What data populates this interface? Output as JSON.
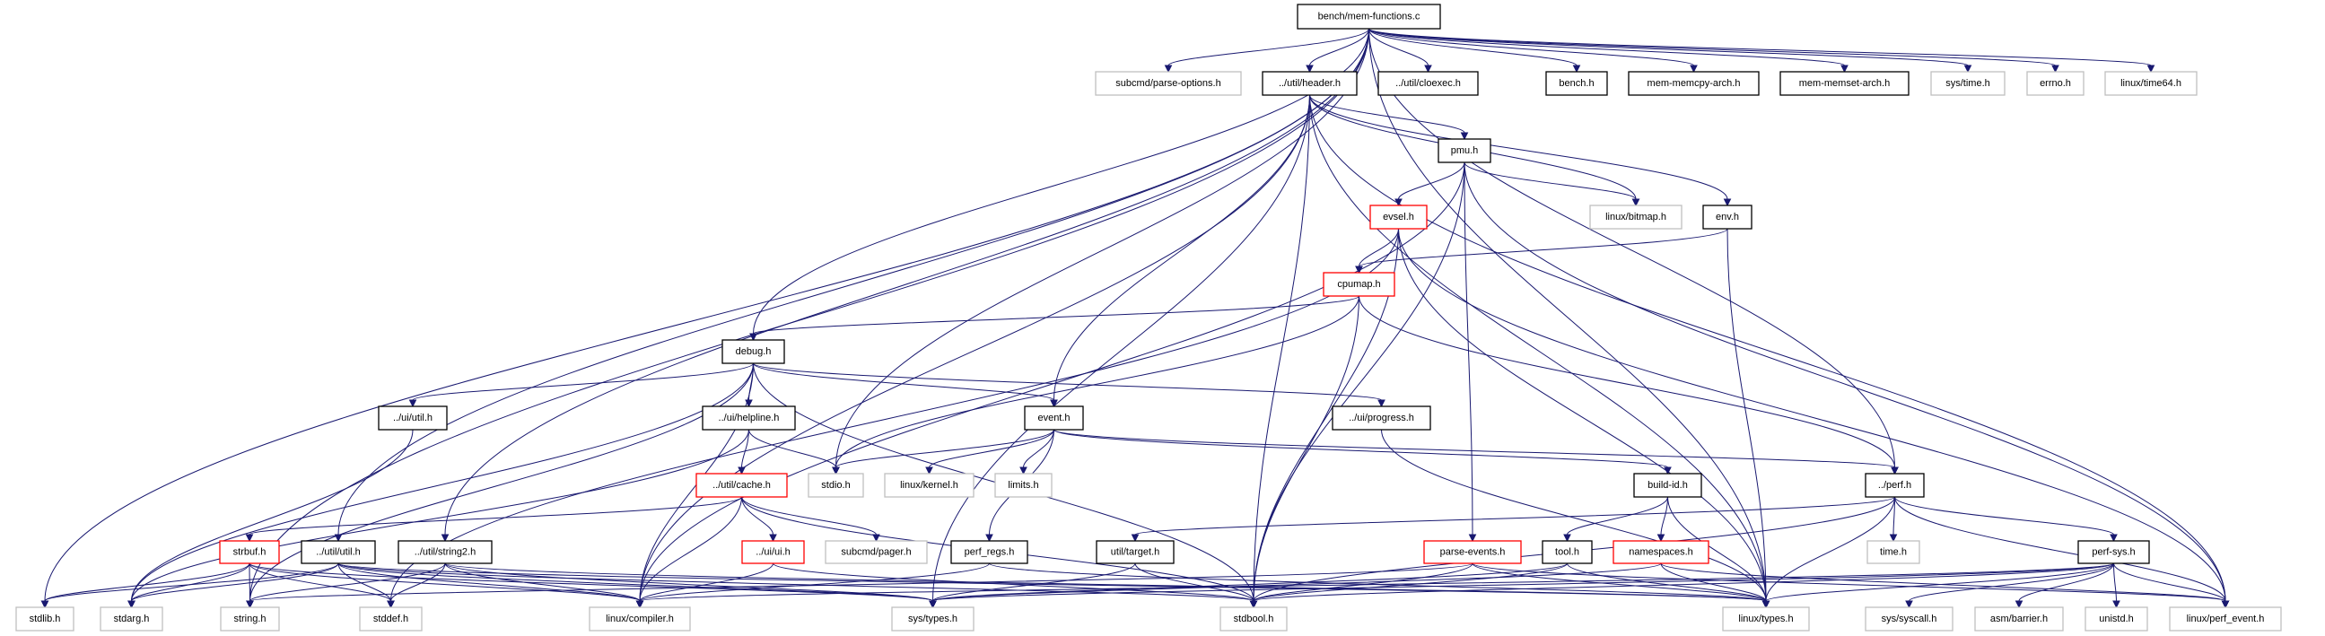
{
  "graph": {
    "colors": {
      "edge": "#191970",
      "root_fill": "#bfbfbf",
      "documented_border": "#000000",
      "undocumented_border": "#bfbfbf",
      "incomplete_border": "#ff0000"
    },
    "nodes": [
      {
        "id": "root",
        "label": "bench/mem-functions.c",
        "kind": "root"
      },
      {
        "id": "parse_options",
        "label": "subcmd/parse-options.h",
        "kind": "external"
      },
      {
        "id": "header",
        "label": "../util/header.h",
        "kind": "documented"
      },
      {
        "id": "cloexec",
        "label": "../util/cloexec.h",
        "kind": "documented"
      },
      {
        "id": "bench",
        "label": "bench.h",
        "kind": "documented"
      },
      {
        "id": "memcpy",
        "label": "mem-memcpy-arch.h",
        "kind": "documented"
      },
      {
        "id": "memset",
        "label": "mem-memset-arch.h",
        "kind": "documented"
      },
      {
        "id": "systime",
        "label": "sys/time.h",
        "kind": "external"
      },
      {
        "id": "errno",
        "label": "errno.h",
        "kind": "external"
      },
      {
        "id": "time64",
        "label": "linux/time64.h",
        "kind": "external"
      },
      {
        "id": "pmu",
        "label": "pmu.h",
        "kind": "documented"
      },
      {
        "id": "evsel",
        "label": "evsel.h",
        "kind": "truncated"
      },
      {
        "id": "bitmap",
        "label": "linux/bitmap.h",
        "kind": "external"
      },
      {
        "id": "env",
        "label": "env.h",
        "kind": "documented"
      },
      {
        "id": "cpumap",
        "label": "cpumap.h",
        "kind": "truncated"
      },
      {
        "id": "debug",
        "label": "debug.h",
        "kind": "documented"
      },
      {
        "id": "uiutil",
        "label": "../ui/util.h",
        "kind": "documented"
      },
      {
        "id": "helpline",
        "label": "../ui/helpline.h",
        "kind": "documented"
      },
      {
        "id": "event",
        "label": "event.h",
        "kind": "documented"
      },
      {
        "id": "progress",
        "label": "../ui/progress.h",
        "kind": "documented"
      },
      {
        "id": "cache",
        "label": "../util/cache.h",
        "kind": "truncated"
      },
      {
        "id": "stdio",
        "label": "stdio.h",
        "kind": "external"
      },
      {
        "id": "kernel",
        "label": "linux/kernel.h",
        "kind": "external"
      },
      {
        "id": "limits",
        "label": "limits.h",
        "kind": "external"
      },
      {
        "id": "buildid",
        "label": "build-id.h",
        "kind": "documented"
      },
      {
        "id": "perf",
        "label": "../perf.h",
        "kind": "documented"
      },
      {
        "id": "strbuf",
        "label": "strbuf.h",
        "kind": "truncated"
      },
      {
        "id": "utilutil",
        "label": "../util/util.h",
        "kind": "documented"
      },
      {
        "id": "string2",
        "label": "../util/string2.h",
        "kind": "documented"
      },
      {
        "id": "uiui",
        "label": "../ui/ui.h",
        "kind": "truncated"
      },
      {
        "id": "pager",
        "label": "subcmd/pager.h",
        "kind": "external"
      },
      {
        "id": "perfregs",
        "label": "perf_regs.h",
        "kind": "documented"
      },
      {
        "id": "target",
        "label": "util/target.h",
        "kind": "documented"
      },
      {
        "id": "parseevents",
        "label": "parse-events.h",
        "kind": "truncated"
      },
      {
        "id": "tool",
        "label": "tool.h",
        "kind": "documented"
      },
      {
        "id": "namespaces",
        "label": "namespaces.h",
        "kind": "truncated"
      },
      {
        "id": "timeh",
        "label": "time.h",
        "kind": "external"
      },
      {
        "id": "perfsys",
        "label": "perf-sys.h",
        "kind": "documented"
      },
      {
        "id": "stdlib",
        "label": "stdlib.h",
        "kind": "external"
      },
      {
        "id": "stdarg",
        "label": "stdarg.h",
        "kind": "external"
      },
      {
        "id": "string",
        "label": "string.h",
        "kind": "external"
      },
      {
        "id": "stddef",
        "label": "stddef.h",
        "kind": "external"
      },
      {
        "id": "compiler",
        "label": "linux/compiler.h",
        "kind": "external"
      },
      {
        "id": "systypes",
        "label": "sys/types.h",
        "kind": "external"
      },
      {
        "id": "stdbool",
        "label": "stdbool.h",
        "kind": "external"
      },
      {
        "id": "types",
        "label": "linux/types.h",
        "kind": "external"
      },
      {
        "id": "syscall",
        "label": "sys/syscall.h",
        "kind": "external"
      },
      {
        "id": "barrier",
        "label": "asm/barrier.h",
        "kind": "external"
      },
      {
        "id": "unistd",
        "label": "unistd.h",
        "kind": "external"
      },
      {
        "id": "perfevent",
        "label": "linux/perf_event.h",
        "kind": "external"
      }
    ],
    "edges": [
      [
        "root",
        "stdlib"
      ],
      [
        "root",
        "string"
      ],
      [
        "root",
        "utilutil"
      ],
      [
        "root",
        "string2"
      ],
      [
        "root",
        "debug"
      ],
      [
        "root",
        "stdio"
      ],
      [
        "root",
        "parse_options"
      ],
      [
        "root",
        "header"
      ],
      [
        "root",
        "cloexec"
      ],
      [
        "root",
        "bench"
      ],
      [
        "root",
        "memcpy"
      ],
      [
        "root",
        "memset"
      ],
      [
        "root",
        "systime"
      ],
      [
        "root",
        "errno"
      ],
      [
        "root",
        "time64"
      ],
      [
        "root",
        "perf"
      ],
      [
        "root",
        "types"
      ],
      [
        "header",
        "pmu"
      ],
      [
        "header",
        "bitmap"
      ],
      [
        "header",
        "env"
      ],
      [
        "header",
        "event"
      ],
      [
        "header",
        "perfevent"
      ],
      [
        "header",
        "types"
      ],
      [
        "header",
        "stdbool"
      ],
      [
        "header",
        "compiler"
      ],
      [
        "header",
        "systypes"
      ],
      [
        "pmu",
        "evsel"
      ],
      [
        "pmu",
        "bitmap"
      ],
      [
        "pmu",
        "perfevent"
      ],
      [
        "pmu",
        "stdbool"
      ],
      [
        "pmu",
        "compiler"
      ],
      [
        "pmu",
        "parseevents"
      ],
      [
        "evsel",
        "cpumap"
      ],
      [
        "evsel",
        "perfevent"
      ],
      [
        "evsel",
        "types"
      ],
      [
        "evsel",
        "stdbool"
      ],
      [
        "evsel",
        "stddef"
      ],
      [
        "env",
        "cpumap"
      ],
      [
        "env",
        "types"
      ],
      [
        "cpumap",
        "debug"
      ],
      [
        "cpumap",
        "stdio"
      ],
      [
        "cpumap",
        "perf"
      ],
      [
        "cpumap",
        "stdbool"
      ],
      [
        "debug",
        "uiutil"
      ],
      [
        "debug",
        "helpline"
      ],
      [
        "debug",
        "event"
      ],
      [
        "debug",
        "progress"
      ],
      [
        "debug",
        "stdarg"
      ],
      [
        "debug",
        "string"
      ],
      [
        "debug",
        "compiler"
      ],
      [
        "debug",
        "stdbool"
      ],
      [
        "uiutil",
        "stdarg"
      ],
      [
        "helpline",
        "cache"
      ],
      [
        "helpline",
        "stdio"
      ],
      [
        "helpline",
        "stdarg"
      ],
      [
        "event",
        "stdio"
      ],
      [
        "event",
        "kernel"
      ],
      [
        "event",
        "limits"
      ],
      [
        "event",
        "perfregs"
      ],
      [
        "event",
        "buildid"
      ],
      [
        "event",
        "perf"
      ],
      [
        "progress",
        "types"
      ],
      [
        "cache",
        "strbuf"
      ],
      [
        "cache",
        "uiui"
      ],
      [
        "cache",
        "pager"
      ],
      [
        "cache",
        "compiler"
      ],
      [
        "cache",
        "stdbool"
      ],
      [
        "buildid",
        "tool"
      ],
      [
        "buildid",
        "namespaces"
      ],
      [
        "buildid",
        "types"
      ],
      [
        "perf",
        "target"
      ],
      [
        "perf",
        "timeh"
      ],
      [
        "perf",
        "perfsys"
      ],
      [
        "perf",
        "types"
      ],
      [
        "perf",
        "perfevent"
      ],
      [
        "perf",
        "stdbool"
      ],
      [
        "strbuf",
        "stdarg"
      ],
      [
        "strbuf",
        "string"
      ],
      [
        "strbuf",
        "stddef"
      ],
      [
        "strbuf",
        "compiler"
      ],
      [
        "strbuf",
        "systypes"
      ],
      [
        "strbuf",
        "stdlib"
      ],
      [
        "utilutil",
        "stdlib"
      ],
      [
        "utilutil",
        "stdarg"
      ],
      [
        "utilutil",
        "stddef"
      ],
      [
        "utilutil",
        "compiler"
      ],
      [
        "utilutil",
        "systypes"
      ],
      [
        "utilutil",
        "types"
      ],
      [
        "utilutil",
        "stdbool"
      ],
      [
        "string2",
        "string"
      ],
      [
        "string2",
        "stddef"
      ],
      [
        "string2",
        "types"
      ],
      [
        "string2",
        "compiler"
      ],
      [
        "string2",
        "systypes"
      ],
      [
        "uiui",
        "compiler"
      ],
      [
        "uiui",
        "stdbool"
      ],
      [
        "perfregs",
        "compiler"
      ],
      [
        "perfregs",
        "types"
      ],
      [
        "target",
        "systypes"
      ],
      [
        "target",
        "stdbool"
      ],
      [
        "parseevents",
        "stdbool"
      ],
      [
        "parseevents",
        "types"
      ],
      [
        "parseevents",
        "perfevent"
      ],
      [
        "parseevents",
        "string"
      ],
      [
        "tool",
        "stdbool"
      ],
      [
        "tool",
        "types"
      ],
      [
        "tool",
        "systypes"
      ],
      [
        "namespaces",
        "types"
      ],
      [
        "namespaces",
        "perfevent"
      ],
      [
        "namespaces",
        "systypes"
      ],
      [
        "perfsys",
        "types"
      ],
      [
        "perfsys",
        "syscall"
      ],
      [
        "perfsys",
        "barrier"
      ],
      [
        "perfsys",
        "unistd"
      ],
      [
        "perfsys",
        "perfevent"
      ],
      [
        "perfsys",
        "compiler"
      ],
      [
        "perfsys",
        "systypes"
      ],
      [
        "perfsys",
        "stdbool"
      ]
    ]
  }
}
